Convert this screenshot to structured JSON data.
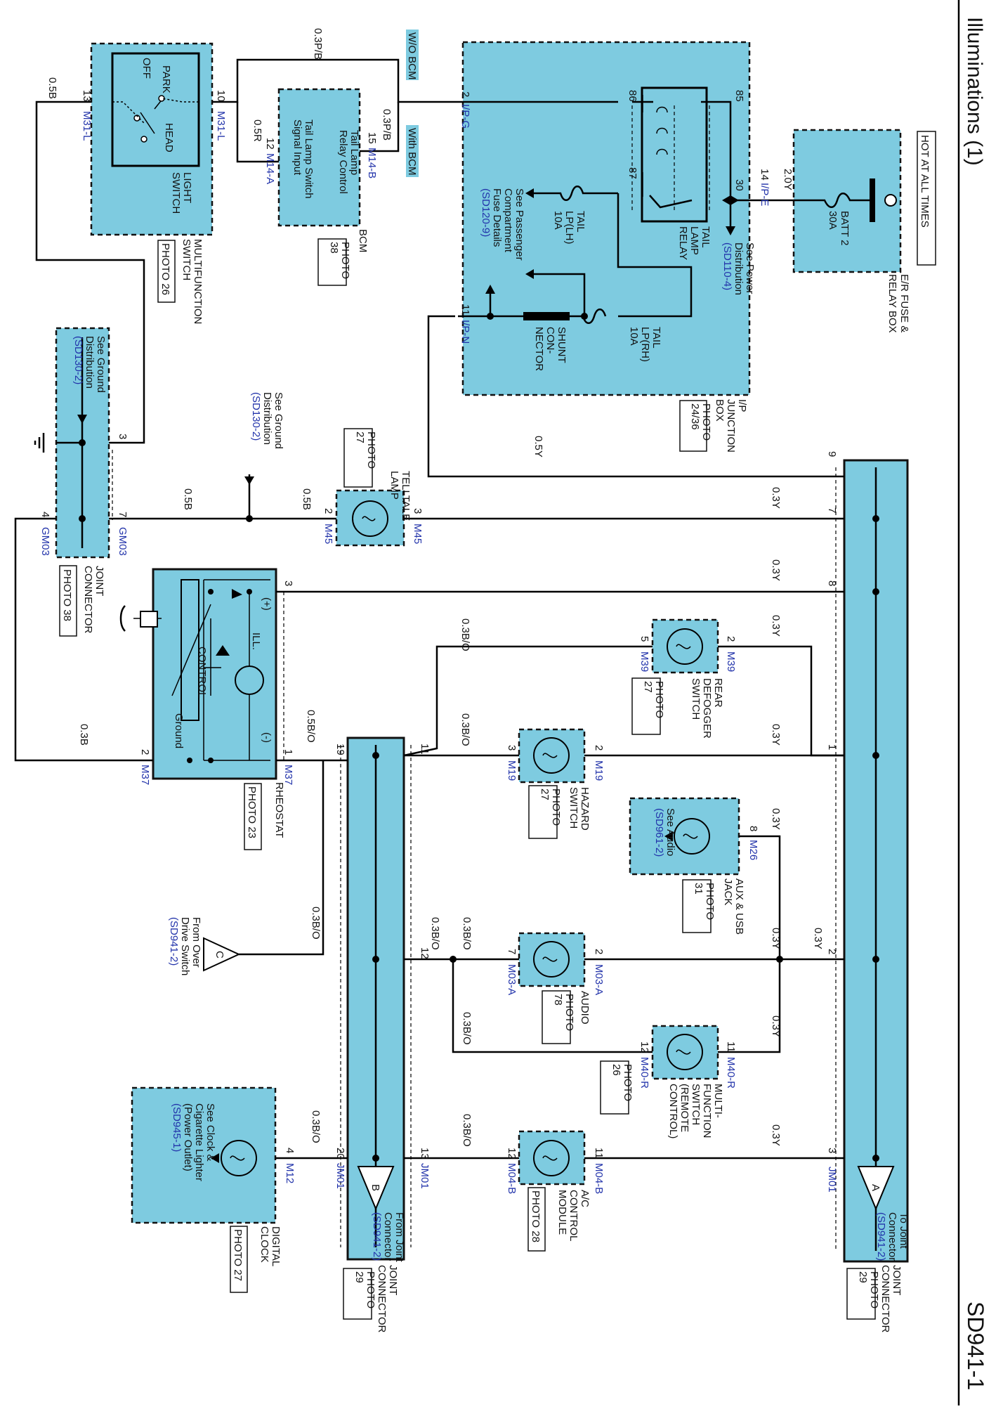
{
  "header": {
    "title": "Illuminations (1)",
    "page_code": "SD941-1"
  },
  "colors": {
    "component_fill": "#7ecbe0",
    "reference_text": "#2233aa",
    "wire": "#000000"
  },
  "components": {
    "hot": "HOT AT ALL TIMES",
    "er_box": [
      "E/R FUSE &",
      "RELAY BOX"
    ],
    "batt2": [
      "BATT 2",
      "30A"
    ],
    "ip_box": [
      "I/P",
      "JUNCTION",
      "BOX"
    ],
    "ip_photo": [
      "PHOTO",
      "24/36"
    ],
    "tail_relay": [
      "TAIL",
      "LAMP",
      "RELAY"
    ],
    "power_dist": [
      "See Power",
      "Distribution"
    ],
    "power_ref": "(SD110-4)",
    "tail_lh": [
      "TAIL",
      "LP(LH)",
      "10A"
    ],
    "tail_rh": [
      "TAIL",
      "LP(RH)",
      "10A"
    ],
    "shunt": [
      "SHUNT",
      "CON-",
      "NECTOR"
    ],
    "pass_fuse": [
      "See Passenger",
      "Compartment",
      "Fuse Details"
    ],
    "pass_ref": "(SD120-9)",
    "bcm": "BCM",
    "bcm_photo": [
      "PHOTO",
      "38"
    ],
    "tail_relay_ctrl": [
      "Tail Lamp",
      "Relay Control"
    ],
    "tail_sw_input": [
      "Tail Lamp Switch",
      "Signal Input"
    ],
    "wo_bcm": "W/O BCM",
    "with_bcm": "With BCM",
    "light_switch": [
      "LIGHT",
      "SWITCH"
    ],
    "multi_switch": [
      "MULTIFUNCTION",
      "SWITCH"
    ],
    "multi_photo": "PHOTO 26",
    "sw_off": "OFF",
    "sw_park": "PARK",
    "sw_head": "HEAD",
    "gnd_dist": [
      "See Ground",
      "Distribution"
    ],
    "gnd_ref": "(SD130-2)",
    "joint_gm": [
      "JOINT",
      "CONNECTOR"
    ],
    "joint_gm_photo": "PHOTO 38",
    "telltale": [
      "TELLTALE",
      "LAMP"
    ],
    "telltale_photo": [
      "PHOTO",
      "27"
    ],
    "rheostat": "RHEOSTAT",
    "rheostat_photo": "PHOTO 23",
    "rh_control": "CONTROL",
    "rh_ground": "Ground",
    "rh_ill": "ILL.",
    "rh_plus": "(+)",
    "rh_minus": "(-)",
    "rear_defog": [
      "REAR",
      "DEFOGGER",
      "SWITCH"
    ],
    "rear_photo": [
      "PHOTO",
      "27"
    ],
    "hazard": [
      "HAZARD",
      "SWITCH"
    ],
    "hazard_photo": [
      "PHOTO",
      "27"
    ],
    "aux": [
      "AUX & USB",
      "JACK"
    ],
    "aux_photo": [
      "PHOTO",
      "31"
    ],
    "see_audio": "See Audio",
    "audio_ref": "(SD961-2)",
    "audio": "AUDIO",
    "audio_photo": [
      "PHOTO",
      "78"
    ],
    "multi_remote": [
      "MULTI-",
      "FUNCTION",
      "SWITCH",
      "(REMOTE",
      "CONTROL)"
    ],
    "multi_remote_photo": [
      "PHOTO",
      "26"
    ],
    "ac": [
      "A/C",
      "CONTROL",
      "MODULE"
    ],
    "ac_photo": "PHOTO 28",
    "clock": [
      "DIGITAL",
      "CLOCK"
    ],
    "clock_photo": "PHOTO 27",
    "clock_see": [
      "See Clock &",
      "Cigarette Lighter",
      "(Power Outlet)"
    ],
    "clock_ref": "(SD945-1)",
    "jm_joint": [
      "JOINT",
      "CONNECTOR"
    ],
    "jm_photo": [
      "PHOTO",
      "29"
    ],
    "right_joint": [
      "JOINT",
      "CONNECTOR"
    ],
    "right_photo": [
      "PHOTO",
      "29"
    ],
    "to_joint": [
      "To Joint",
      "Connector"
    ],
    "to_joint_ref": "(SD941-2)",
    "from_joint": [
      "From Joint",
      "Connector"
    ],
    "from_joint_ref": "(SD941-2)",
    "from_over": [
      "From Over",
      "Drive Switch"
    ],
    "from_over_ref": "(SD941-2)",
    "tag_a": "A",
    "tag_b": "B",
    "tag_c": "C"
  },
  "wires": {
    "w_2_0Y": "2.0Y",
    "w_0_5B": "0.5B",
    "w_0_3PB": "0.3P/B",
    "w_0_5R": "0.5R",
    "w_0_3Y": "0.3Y",
    "w_0_5Y": "0.5Y",
    "w_0_3BO": "0.3B/O",
    "w_0_5BO": "0.5B/O",
    "w_0_3B": "0.3B"
  },
  "connectors": {
    "ip_e": "I/P-E",
    "ip_g": "I/P-G",
    "ip_n": "I/P-N",
    "m31l": "M31-L",
    "m14a": "M14-A",
    "m14b": "M14-B",
    "gm03": "GM03",
    "m45": "M45",
    "m37": "M37",
    "m39": "M39",
    "m19": "M19",
    "m26": "M26",
    "m03a": "M03-A",
    "m40r": "M40-R",
    "m04b": "M04-B",
    "m12": "M12",
    "jm01": "JM01"
  },
  "pins": {
    "p2": "2",
    "p3": "3",
    "p4": "4",
    "p7": "7",
    "p8": "8",
    "p9": "9",
    "p10": "10",
    "p11": "11",
    "p12": "12",
    "p13": "13",
    "p14": "14",
    "p15": "15",
    "p19": "19",
    "p20": "20",
    "p1": "1",
    "p5": "5",
    "p30": "30",
    "p85": "85",
    "p86": "86",
    "p87": "87"
  }
}
